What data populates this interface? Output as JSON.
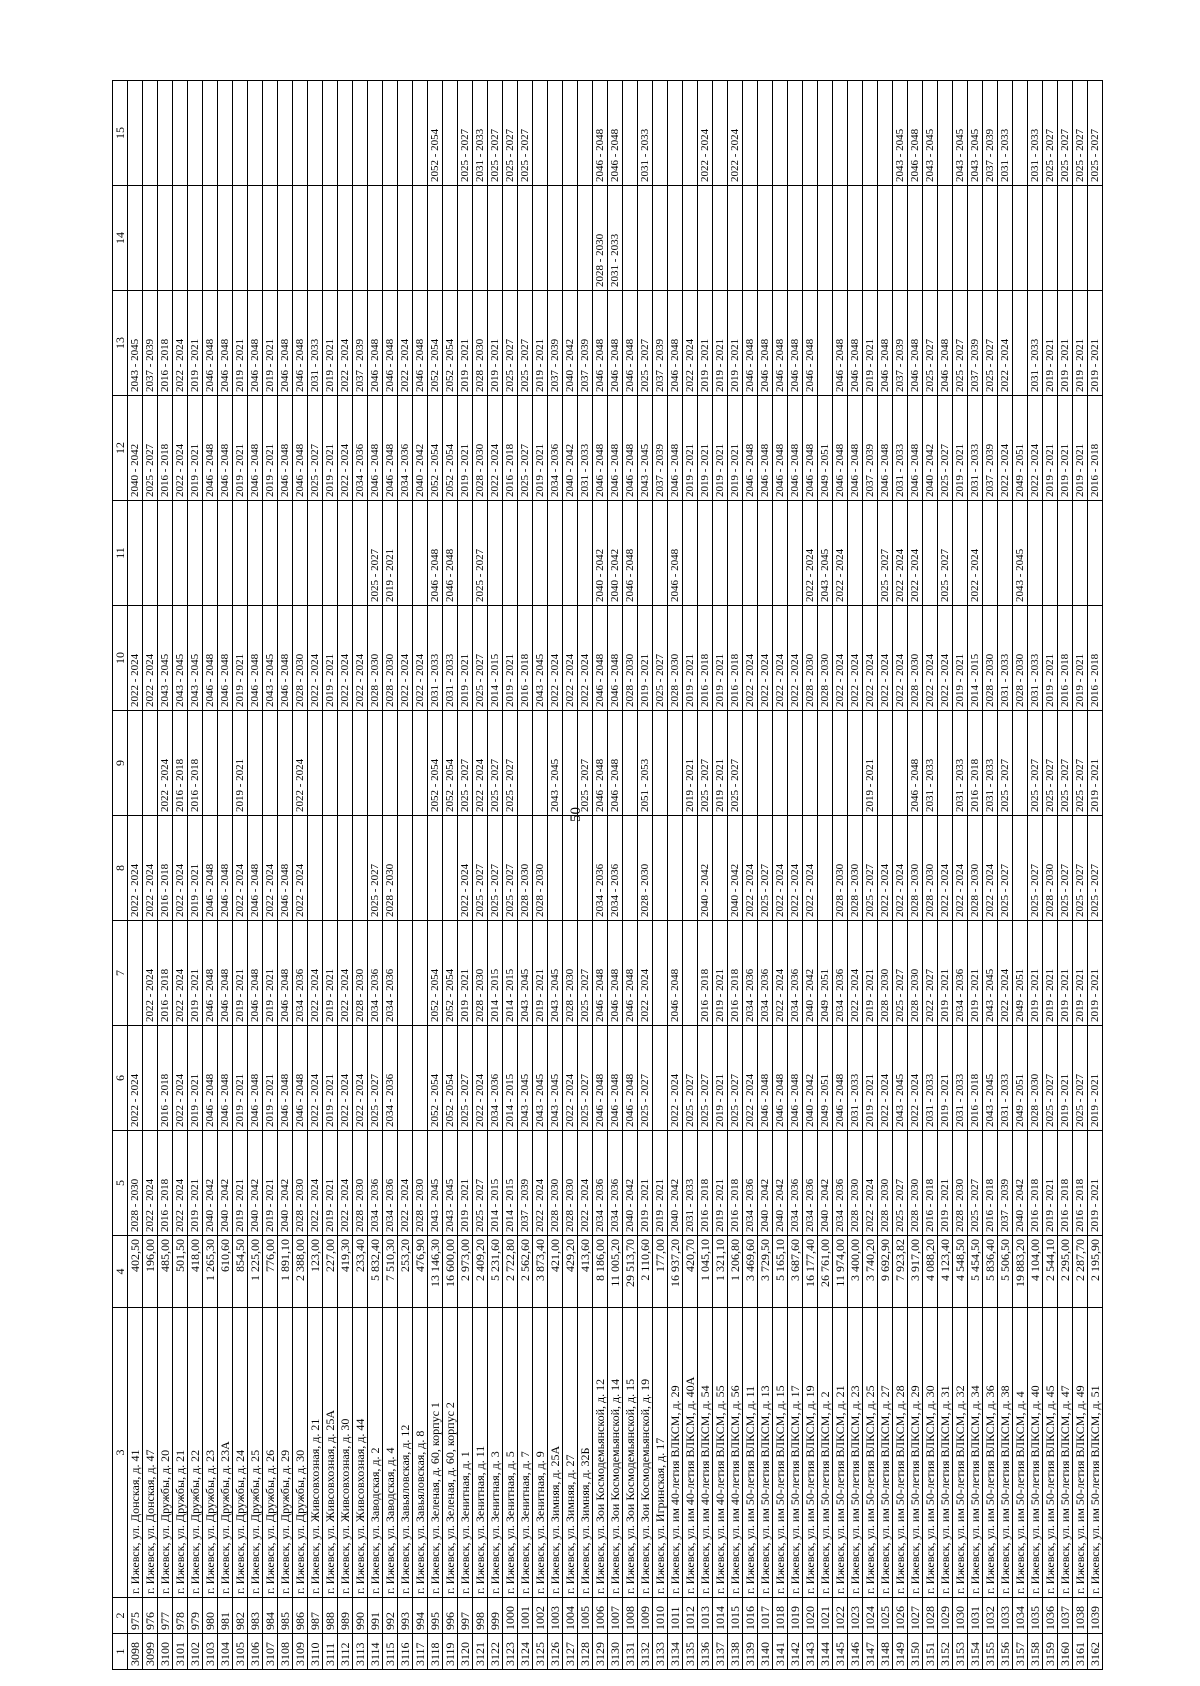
{
  "page_number": "50",
  "columns": [
    "1",
    "2",
    "3",
    "4",
    "5",
    "6",
    "7",
    "8",
    "9",
    "10",
    "11",
    "12",
    "13",
    "14",
    "15"
  ],
  "rows": [
    [
      "3098",
      "975",
      "г. Ижевск, ул. Донская, д. 41",
      "402,50",
      "2028 - 2030",
      "2022 - 2024",
      "",
      "2022 - 2024",
      "",
      "2022 - 2024",
      "",
      "2040 - 2042",
      "2043 - 2045",
      "",
      ""
    ],
    [
      "3099",
      "976",
      "г. Ижевск, ул. Донская, д. 47",
      "196,00",
      "2022 - 2024",
      "",
      "2022 - 2024",
      "2022 - 2024",
      "",
      "2022 - 2024",
      "",
      "2025 - 2027",
      "2037 - 2039",
      "",
      ""
    ],
    [
      "3100",
      "977",
      "г. Ижевск, ул. Дружбы, д. 20",
      "485,00",
      "2016 - 2018",
      "2016 - 2018",
      "2016 - 2018",
      "2016 - 2018",
      "2022 - 2024",
      "2043 - 2045",
      "",
      "2016 - 2018",
      "2016 - 2018",
      "",
      ""
    ],
    [
      "3101",
      "978",
      "г. Ижевск, ул. Дружбы, д. 21",
      "501,50",
      "2022 - 2024",
      "2022 - 2024",
      "2022 - 2024",
      "2022 - 2024",
      "2016 - 2018",
      "2043 - 2045",
      "",
      "2022 - 2024",
      "2022 - 2024",
      "",
      ""
    ],
    [
      "3102",
      "979",
      "г. Ижевск, ул. Дружбы, д. 22",
      "418,00",
      "2019 - 2021",
      "2019 - 2021",
      "2019 - 2021",
      "2019 - 2021",
      "2016 - 2018",
      "2043 - 2045",
      "",
      "2019 - 2021",
      "2019 - 2021",
      "",
      ""
    ],
    [
      "3103",
      "980",
      "г. Ижевск, ул. Дружбы, д. 23",
      "1 265,30",
      "2040 - 2042",
      "2046 - 2048",
      "2046 - 2048",
      "2046 - 2048",
      "",
      "2046 - 2048",
      "",
      "2046 - 2048",
      "2046 - 2048",
      "",
      ""
    ],
    [
      "3104",
      "981",
      "г. Ижевск, ул. Дружбы, д. 23А",
      "610,60",
      "2040 - 2042",
      "2046 - 2048",
      "2046 - 2048",
      "2046 - 2048",
      "",
      "2046 - 2048",
      "",
      "2046 - 2048",
      "2046 - 2048",
      "",
      ""
    ],
    [
      "3105",
      "982",
      "г. Ижевск, ул. Дружбы, д. 24",
      "854,50",
      "2019 - 2021",
      "2019 - 2021",
      "2019 - 2021",
      "2022 - 2024",
      "2019 - 2021",
      "2019 - 2021",
      "",
      "2019 - 2021",
      "2019 - 2021",
      "",
      ""
    ],
    [
      "3106",
      "983",
      "г. Ижевск, ул. Дружбы, д. 25",
      "1 225,00",
      "2040 - 2042",
      "2046 - 2048",
      "2046 - 2048",
      "2046 - 2048",
      "",
      "2046 - 2048",
      "",
      "2046 - 2048",
      "2046 - 2048",
      "",
      ""
    ],
    [
      "3107",
      "984",
      "г. Ижевск, ул. Дружбы, д. 26",
      "776,00",
      "2019 - 2021",
      "2019 - 2021",
      "2019 - 2021",
      "2022 - 2024",
      "",
      "2043 - 2045",
      "",
      "2019 - 2021",
      "2019 - 2021",
      "",
      ""
    ],
    [
      "3108",
      "985",
      "г. Ижевск, ул. Дружбы, д. 29",
      "1 891,10",
      "2040 - 2042",
      "2046 - 2048",
      "2046 - 2048",
      "2046 - 2048",
      "",
      "2046 - 2048",
      "",
      "2046 - 2048",
      "2046 - 2048",
      "",
      ""
    ],
    [
      "3109",
      "986",
      "г. Ижевск, ул. Дружбы, д. 30",
      "2 388,00",
      "2028 - 2030",
      "2046 - 2048",
      "2034 - 2036",
      "2022 - 2024",
      "2022 - 2024",
      "2028 - 2030",
      "",
      "2046 - 2048",
      "2046 - 2048",
      "",
      ""
    ],
    [
      "3110",
      "987",
      "г. Ижевск, ул. Живсовхозная, д. 21",
      "123,00",
      "2022 - 2024",
      "2022 - 2024",
      "2022 - 2024",
      "",
      "",
      "2022 - 2024",
      "",
      "2025 - 2027",
      "2031 - 2033",
      "",
      ""
    ],
    [
      "3111",
      "988",
      "г. Ижевск, ул. Живсовхозная, д. 25А",
      "227,00",
      "2019 - 2021",
      "2019 - 2021",
      "2019 - 2021",
      "",
      "",
      "2019 - 2021",
      "",
      "2019 - 2021",
      "2019 - 2021",
      "",
      ""
    ],
    [
      "3112",
      "989",
      "г. Ижевск, ул. Живсовхозная, д. 30",
      "419,30",
      "2022 - 2024",
      "2022 - 2024",
      "2022 - 2024",
      "",
      "",
      "2022 - 2024",
      "",
      "2022 - 2024",
      "2022 - 2024",
      "",
      ""
    ],
    [
      "3113",
      "990",
      "г. Ижевск, ул. Живсовхозная, д. 44",
      "233,40",
      "2028 - 2030",
      "2022 - 2024",
      "2028 - 2030",
      "",
      "",
      "2022 - 2024",
      "",
      "2034 - 2036",
      "2037 - 2039",
      "",
      ""
    ],
    [
      "3114",
      "991",
      "г. Ижевск, ул. Заводская, д. 2",
      "5 832,40",
      "2034 - 2036",
      "2025 - 2027",
      "2034 - 2036",
      "2025 - 2027",
      "",
      "2028 - 2030",
      "2025 - 2027",
      "2046 - 2048",
      "2046 - 2048",
      "",
      ""
    ],
    [
      "3115",
      "992",
      "г. Ижевск, ул. Заводская, д. 4",
      "7 510,30",
      "2034 - 2036",
      "2034 - 2036",
      "2034 - 2036",
      "2028 - 2030",
      "",
      "2028 - 2030",
      "2019 - 2021",
      "2046 - 2048",
      "2046 - 2048",
      "",
      ""
    ],
    [
      "3116",
      "993",
      "г. Ижевск, ул. Завьяловская, д. 12",
      "253,20",
      "2022 - 2024",
      "",
      "",
      "",
      "",
      "2022 - 2024",
      "",
      "2034 - 2036",
      "2022 - 2024",
      "",
      ""
    ],
    [
      "3117",
      "994",
      "г. Ижевск, ул. Завьяловская, д. 8",
      "476,90",
      "2028 - 2030",
      "",
      "",
      "",
      "",
      "2022 - 2024",
      "",
      "2040 - 2042",
      "2046 - 2048",
      "",
      ""
    ],
    [
      "3118",
      "995",
      "г. Ижевск, ул. Зеленая, д. 60, корпус 1",
      "13 146,30",
      "2043 - 2045",
      "2052 - 2054",
      "2052 - 2054",
      "",
      "2052 - 2054",
      "2031 - 2033",
      "2046 - 2048",
      "2052 - 2054",
      "2052 - 2054",
      "",
      "2052 - 2054"
    ],
    [
      "3119",
      "996",
      "г. Ижевск, ул. Зеленая, д. 60, корпус 2",
      "16 600,00",
      "2043 - 2045",
      "2052 - 2054",
      "2052 - 2054",
      "",
      "2052 - 2054",
      "2031 - 2033",
      "2046 - 2048",
      "2052 - 2054",
      "2052 - 2054",
      "",
      ""
    ],
    [
      "3120",
      "997",
      "г. Ижевск, ул. Зенитная, д. 1",
      "2 973,00",
      "2019 - 2021",
      "2025 - 2027",
      "2019 - 2021",
      "2022 - 2024",
      "2025 - 2027",
      "2019 - 2021",
      "",
      "2019 - 2021",
      "2019 - 2021",
      "",
      "2025 - 2027"
    ],
    [
      "3121",
      "998",
      "г. Ижевск, ул. Зенитная, д. 11",
      "2 409,20",
      "2025 - 2027",
      "2022 - 2024",
      "2028 - 2030",
      "2025 - 2027",
      "2022 - 2024",
      "2025 - 2027",
      "2025 - 2027",
      "2028 - 2030",
      "2028 - 2030",
      "",
      "2031 - 2033"
    ],
    [
      "3122",
      "999",
      "г. Ижевск, ул. Зенитная, д. 3",
      "5 231,60",
      "2014 - 2015",
      "2034 - 2036",
      "2014 - 2015",
      "2025 - 2027",
      "2025 - 2027",
      "2014 - 2015",
      "",
      "2022 - 2024",
      "2019 - 2021",
      "",
      "2025 - 2027"
    ],
    [
      "3123",
      "1000",
      "г. Ижевск, ул. Зенитная, д. 5",
      "2 722,80",
      "2014 - 2015",
      "2014 - 2015",
      "2014 - 2015",
      "2025 - 2027",
      "2025 - 2027",
      "2019 - 2021",
      "",
      "2016 - 2018",
      "2025 - 2027",
      "",
      "2025 - 2027"
    ],
    [
      "3124",
      "1001",
      "г. Ижевск, ул. Зенитная, д. 7",
      "2 562,60",
      "2037 - 2039",
      "2043 - 2045",
      "2043 - 2045",
      "2028 - 2030",
      "",
      "2016 - 2018",
      "",
      "2025 - 2027",
      "2025 - 2027",
      "",
      "2025 - 2027"
    ],
    [
      "3125",
      "1002",
      "г. Ижевск, ул. Зенитная, д. 9",
      "3 873,40",
      "2022 - 2024",
      "2043 - 2045",
      "2019 - 2021",
      "2028 - 2030",
      "",
      "2043 - 2045",
      "",
      "2019 - 2021",
      "2019 - 2021",
      "",
      ""
    ],
    [
      "3126",
      "1003",
      "г. Ижевск, ул. Зимняя, д. 25А",
      "421,00",
      "2028 - 2030",
      "2043 - 2045",
      "2043 - 2045",
      "",
      "2043 - 2045",
      "2022 - 2024",
      "",
      "2034 - 2036",
      "2037 - 2039",
      "",
      ""
    ],
    [
      "3127",
      "1004",
      "г. Ижевск, ул. Зимняя, д. 27",
      "429,20",
      "2028 - 2030",
      "2022 - 2024",
      "2028 - 2030",
      "",
      "",
      "2022 - 2024",
      "",
      "2040 - 2042",
      "2040 - 2042",
      "",
      ""
    ],
    [
      "3128",
      "1005",
      "г. Ижевск, ул. Зимняя, д. 32Б",
      "413,60",
      "2022 - 2024",
      "2025 - 2027",
      "2025 - 2027",
      "",
      "2025 - 2027",
      "2022 - 2024",
      "",
      "2031 - 2033",
      "2037 - 2039",
      "",
      ""
    ],
    [
      "3129",
      "1006",
      "г. Ижевск, ул. Зои Космодемьянской, д. 12",
      "8 186,00",
      "2034 - 2036",
      "2046 - 2048",
      "2046 - 2048",
      "2034 - 2036",
      "2046 - 2048",
      "2046 - 2048",
      "2040 - 2042",
      "2046 - 2048",
      "2046 - 2048",
      "2028 - 2030",
      "2046 - 2048"
    ],
    [
      "3130",
      "1007",
      "г. Ижевск, ул. Зои Космодемьянской, д. 14",
      "11 005,20",
      "2034 - 2036",
      "2046 - 2048",
      "2046 - 2048",
      "2034 - 2036",
      "2046 - 2048",
      "2046 - 2048",
      "2040 - 2042",
      "2046 - 2048",
      "2046 - 2048",
      "2031 - 2033",
      "2046 - 2048"
    ],
    [
      "3131",
      "1008",
      "г. Ижевск, ул. Зои Космодемьянской, д. 15",
      "29 513,70",
      "2040 - 2042",
      "2046 - 2048",
      "2046 - 2048",
      "",
      "",
      "2028 - 2030",
      "2046 - 2048",
      "2046 - 2048",
      "2046 - 2048",
      "",
      ""
    ],
    [
      "3132",
      "1009",
      "г. Ижевск, ул. Зои Космодемьянской, д. 19",
      "2 110,60",
      "2019 - 2021",
      "2025 - 2027",
      "2022 - 2024",
      "2028 - 2030",
      "2051 - 2053",
      "2019 - 2021",
      "",
      "2043 - 2045",
      "2025 - 2027",
      "",
      "2031 - 2033"
    ],
    [
      "3133",
      "1010",
      "г. Ижевск, ул. Игринская, д. 17",
      "177,00",
      "2019 - 2021",
      "",
      "",
      "",
      "",
      "2025 - 2027",
      "",
      "2037 - 2039",
      "2037 - 2039",
      "",
      ""
    ],
    [
      "3134",
      "1011",
      "г. Ижевск, ул. им 40-летия ВЛКСМ, д. 29",
      "16 937,20",
      "2040 - 2042",
      "2022 - 2024",
      "2046 - 2048",
      "",
      "",
      "2028 - 2030",
      "2046 - 2048",
      "2046 - 2048",
      "2046 - 2048",
      "",
      ""
    ],
    [
      "3135",
      "1012",
      "г. Ижевск, ул. им 40-летия ВЛКСМ, д. 40А",
      "420,70",
      "2031 - 2033",
      "2025 - 2027",
      "",
      "",
      "2019 - 2021",
      "2019 - 2021",
      "",
      "2019 - 2021",
      "2022 - 2024",
      "",
      ""
    ],
    [
      "3136",
      "1013",
      "г. Ижевск, ул. им 40-летия ВЛКСМ, д. 54",
      "1 045,10",
      "2016 - 2018",
      "2025 - 2027",
      "2016 - 2018",
      "2040 - 2042",
      "2025 - 2027",
      "2016 - 2018",
      "",
      "2019 - 2021",
      "2019 - 2021",
      "",
      "2022 - 2024"
    ],
    [
      "3137",
      "1014",
      "г. Ижевск, ул. им 40-летия ВЛКСМ, д. 55",
      "1 321,10",
      "2019 - 2021",
      "2019 - 2021",
      "2019 - 2021",
      "",
      "2019 - 2021",
      "2019 - 2021",
      "",
      "2019 - 2021",
      "2019 - 2021",
      "",
      ""
    ],
    [
      "3138",
      "1015",
      "г. Ижевск, ул. им 40-летия ВЛКСМ, д. 56",
      "1 206,80",
      "2016 - 2018",
      "2025 - 2027",
      "2016 - 2018",
      "2040 - 2042",
      "2025 - 2027",
      "2016 - 2018",
      "",
      "2019 - 2021",
      "2019 - 2021",
      "",
      "2022 - 2024"
    ],
    [
      "3139",
      "1016",
      "г. Ижевск, ул. им 50-летия ВЛКСМ, д. 11",
      "3 469,60",
      "2034 - 2036",
      "2022 - 2024",
      "2034 - 2036",
      "2022 - 2024",
      "",
      "2022 - 2024",
      "",
      "2046 - 2048",
      "2046 - 2048",
      "",
      ""
    ],
    [
      "3140",
      "1017",
      "г. Ижевск, ул. им 50-летия ВЛКСМ, д. 13",
      "3 729,50",
      "2040 - 2042",
      "2046 - 2048",
      "2034 - 2036",
      "2025 - 2027",
      "",
      "2022 - 2024",
      "",
      "2046 - 2048",
      "2046 - 2048",
      "",
      ""
    ],
    [
      "3141",
      "1018",
      "г. Ижевск, ул. им 50-летия ВЛКСМ, д. 15",
      "5 165,10",
      "2040 - 2042",
      "2046 - 2048",
      "2022 - 2024",
      "2022 - 2024",
      "",
      "2022 - 2024",
      "",
      "2046 - 2048",
      "2046 - 2048",
      "",
      ""
    ],
    [
      "3142",
      "1019",
      "г. Ижевск, ул. им 50-летия ВЛКСМ, д. 17",
      "3 687,60",
      "2034 - 2036",
      "2046 - 2048",
      "2034 - 2036",
      "2022 - 2024",
      "",
      "2022 - 2024",
      "",
      "2046 - 2048",
      "2046 - 2048",
      "",
      ""
    ],
    [
      "3143",
      "1020",
      "г. Ижевск, ул. им 50-летия ВЛКСМ, д. 19",
      "16 177,40",
      "2034 - 2036",
      "2040 - 2042",
      "2040 - 2042",
      "2022 - 2024",
      "",
      "2028 - 2030",
      "2022 - 2024",
      "2046 - 2048",
      "2046 - 2048",
      "",
      ""
    ],
    [
      "3144",
      "1021",
      "г. Ижевск, ул. им 50-летия ВЛКСМ, д. 2",
      "26 761,00",
      "2040 - 2042",
      "2049 - 2051",
      "2049 - 2051",
      "",
      "",
      "2028 - 2030",
      "2043 - 2045",
      "2049 - 2051",
      "",
      "",
      ""
    ],
    [
      "3145",
      "1022",
      "г. Ижевск, ул. им 50-летия ВЛКСМ, д. 21",
      "11 974,00",
      "2034 - 2036",
      "2046 - 2048",
      "2034 - 2036",
      "2028 - 2030",
      "",
      "2022 - 2024",
      "2022 - 2024",
      "2046 - 2048",
      "2046 - 2048",
      "",
      ""
    ],
    [
      "3146",
      "1023",
      "г. Ижевск, ул. им 50-летия ВЛКСМ, д. 23",
      "3 400,00",
      "2028 - 2030",
      "2031 - 2033",
      "2022 - 2024",
      "2028 - 2030",
      "",
      "2022 - 2024",
      "",
      "2046 - 2048",
      "2046 - 2048",
      "",
      ""
    ],
    [
      "3147",
      "1024",
      "г. Ижевск, ул. им 50-летия ВЛКСМ, д. 25",
      "3 740,20",
      "2022 - 2024",
      "2019 - 2021",
      "2019 - 2021",
      "2025 - 2027",
      "2019 - 2021",
      "2022 - 2024",
      "",
      "2037 - 2039",
      "2019 - 2021",
      "",
      ""
    ],
    [
      "3148",
      "1025",
      "г. Ижевск, ул. им 50-летия ВЛКСМ, д. 27",
      "9 692,90",
      "2028 - 2030",
      "2022 - 2024",
      "2028 - 2030",
      "2022 - 2024",
      "",
      "2022 - 2024",
      "2025 - 2027",
      "2046 - 2048",
      "2046 - 2048",
      "",
      ""
    ],
    [
      "3149",
      "1026",
      "г. Ижевск, ул. им 50-летия ВЛКСМ, д. 28",
      "7 923,82",
      "2025 - 2027",
      "2043 - 2045",
      "2025 - 2027",
      "2022 - 2024",
      "",
      "2022 - 2024",
      "2022 - 2024",
      "2031 - 2033",
      "2037 - 2039",
      "",
      "2043 - 2045"
    ],
    [
      "3150",
      "1027",
      "г. Ижевск, ул. им 50-летия ВЛКСМ, д. 29",
      "3 917,00",
      "2028 - 2030",
      "2022 - 2024",
      "2028 - 2030",
      "2028 - 2030",
      "2046 - 2048",
      "2028 - 2030",
      "2022 - 2024",
      "2046 - 2048",
      "2046 - 2048",
      "",
      "2046 - 2048"
    ],
    [
      "3151",
      "1028",
      "г. Ижевск, ул. им 50-летия ВЛКСМ, д. 30",
      "4 088,20",
      "2016 - 2018",
      "2031 - 2033",
      "2022 - 2027",
      "2028 - 2030",
      "2031 - 2033",
      "2022 - 2024",
      "",
      "2040 - 2042",
      "2025 - 2027",
      "",
      "2043 - 2045"
    ],
    [
      "3152",
      "1029",
      "г. Ижевск, ул. им 50-летия ВЛКСМ, д. 31",
      "4 123,40",
      "2019 - 2021",
      "2019 - 2021",
      "2019 - 2021",
      "2022 - 2024",
      "",
      "2022 - 2024",
      "2025 - 2027",
      "2025 - 2027",
      "2046 - 2048",
      "",
      ""
    ],
    [
      "3153",
      "1030",
      "г. Ижевск, ул. им 50-летия ВЛКСМ, д. 32",
      "4 548,50",
      "2028 - 2030",
      "2031 - 2033",
      "2034 - 2036",
      "2022 - 2024",
      "2031 - 2033",
      "2019 - 2021",
      "",
      "2019 - 2021",
      "2025 - 2027",
      "",
      "2043 - 2045"
    ],
    [
      "3154",
      "1031",
      "г. Ижевск, ул. им 50-летия ВЛКСМ, д. 34",
      "5 454,50",
      "2025 - 2027",
      "2016 - 2018",
      "2019 - 2021",
      "2028 - 2030",
      "2016 - 2018",
      "2014 - 2015",
      "2022 - 2024",
      "2031 - 2033",
      "2037 - 2039",
      "",
      "2043 - 2045"
    ],
    [
      "3155",
      "1032",
      "г. Ижевск, ул. им 50-летия ВЛКСМ, д. 36",
      "5 836,40",
      "2016 - 2018",
      "2043 - 2045",
      "2043 - 2045",
      "2022 - 2024",
      "2031 - 2033",
      "2028 - 2030",
      "",
      "2037 - 2039",
      "2025 - 2027",
      "",
      "2037 - 2039"
    ],
    [
      "3156",
      "1033",
      "г. Ижевск, ул. им 50-летия ВЛКСМ, д. 38",
      "5 506,50",
      "2037 - 2039",
      "2031 - 2033",
      "2022 - 2024",
      "2025 - 2027",
      "2025 - 2027",
      "2031 - 2033",
      "",
      "2022 - 2024",
      "2022 - 2024",
      "",
      "2031 - 2033"
    ],
    [
      "3157",
      "1034",
      "г. Ижевск, ул. им 50-летия ВЛКСМ, д. 4",
      "19 883,20",
      "2040 - 2042",
      "2049 - 2051",
      "2049 - 2051",
      "",
      "",
      "2028 - 2030",
      "2043 - 2045",
      "2049 - 2051",
      "",
      "",
      ""
    ],
    [
      "3158",
      "1035",
      "г. Ижевск, ул. им 50-летия ВЛКСМ, д. 40",
      "4 104,00",
      "2016 - 2018",
      "2028 - 2030",
      "2019 - 2021",
      "2025 - 2027",
      "2025 - 2027",
      "2031 - 2033",
      "",
      "2022 - 2024",
      "2031 - 2033",
      "",
      "2031 - 2033"
    ],
    [
      "3159",
      "1036",
      "г. Ижевск, ул. им 50-летия ВЛКСМ, д. 45",
      "2 544,10",
      "2019 - 2021",
      "2025 - 2027",
      "2019 - 2021",
      "2028 - 2030",
      "2025 - 2027",
      "2019 - 2021",
      "",
      "2019 - 2021",
      "2019 - 2021",
      "",
      "2025 - 2027"
    ],
    [
      "3160",
      "1037",
      "г. Ижевск, ул. им 50-летия ВЛКСМ, д. 47",
      "2 295,00",
      "2016 - 2018",
      "2019 - 2021",
      "2019 - 2021",
      "2025 - 2027",
      "2025 - 2027",
      "2016 - 2018",
      "",
      "2019 - 2021",
      "2019 - 2021",
      "",
      "2025 - 2027"
    ],
    [
      "3161",
      "1038",
      "г. Ижевск, ул. им 50-летия ВЛКСМ, д. 49",
      "2 287,70",
      "2016 - 2018",
      "2025 - 2027",
      "2019 - 2021",
      "2025 - 2027",
      "2025 - 2027",
      "2019 - 2021",
      "",
      "2019 - 2021",
      "2019 - 2021",
      "",
      "2025 - 2027"
    ],
    [
      "3162",
      "1039",
      "г. Ижевск, ул. им 50-летия ВЛКСМ, д. 51",
      "2 195,90",
      "2019 - 2021",
      "2019 - 2021",
      "2019 - 2021",
      "2025 - 2027",
      "2019 - 2021",
      "2016 - 2018",
      "",
      "2016 - 2018",
      "2019 - 2021",
      "",
      "2025 - 2027"
    ]
  ]
}
